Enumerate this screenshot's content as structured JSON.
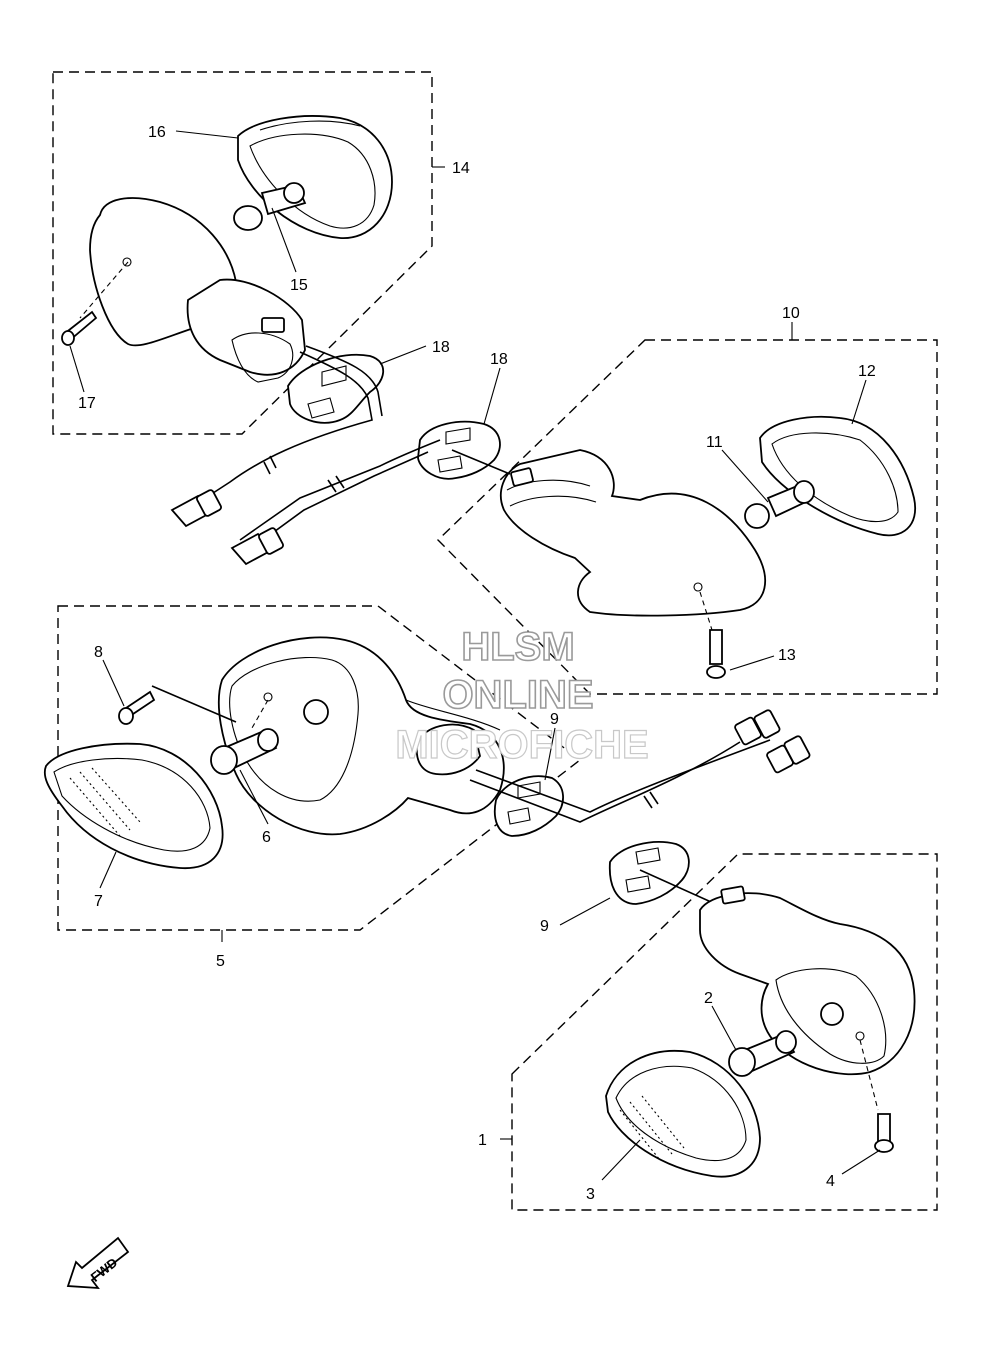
{
  "callouts": {
    "c1": "1",
    "c2": "2",
    "c3": "3",
    "c4": "4",
    "c5": "5",
    "c6": "6",
    "c7": "7",
    "c8": "8",
    "c9a": "9",
    "c9b": "9",
    "c10": "10",
    "c11": "11",
    "c12": "12",
    "c13": "13",
    "c14": "14",
    "c15": "15",
    "c16": "16",
    "c17": "17",
    "c18a": "18",
    "c18b": "18"
  },
  "watermark": {
    "line1": "HLSM",
    "line2": "ONLINE",
    "line3": "MICROFICHE"
  },
  "fwd_label": "FWD"
}
